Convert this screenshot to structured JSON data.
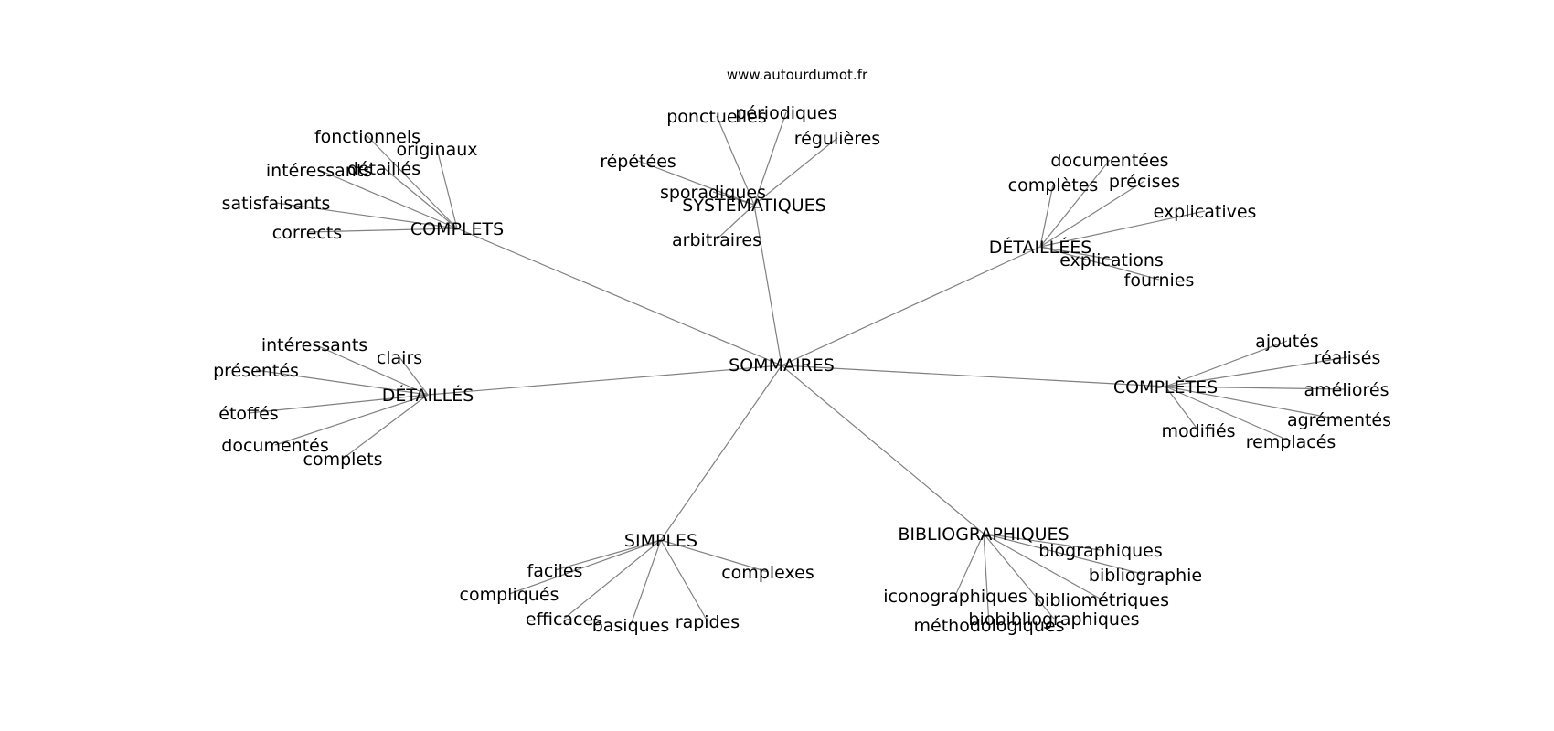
{
  "source": "www.autourdumot.fr",
  "center": "SOMMAIRES",
  "clusters": [
    {
      "hub": "COMPLETS",
      "leaves": [
        "fonctionnels",
        "originaux",
        "intéressants",
        "détaillés",
        "satisfaisants",
        "corrects"
      ]
    },
    {
      "hub": "SYSTÉMATIQUES",
      "leaves": [
        "ponctuelles",
        "périodiques",
        "régulières",
        "répétées",
        "sporadiques",
        "arbitraires"
      ]
    },
    {
      "hub": "DÉTAILLÉES",
      "leaves": [
        "documentées",
        "complètes",
        "précises",
        "explicatives",
        "explications",
        "fournies"
      ]
    },
    {
      "hub": "DÉTAILLÉS",
      "leaves": [
        "intéressants",
        "clairs",
        "présentés",
        "étoffés",
        "documentés",
        "complets"
      ]
    },
    {
      "hub": "COMPLÈTES",
      "leaves": [
        "ajoutés",
        "réalisés",
        "améliorés",
        "agrémentés",
        "modifiés",
        "remplacés"
      ]
    },
    {
      "hub": "SIMPLES",
      "leaves": [
        "faciles",
        "complexes",
        "compliqués",
        "efficaces",
        "basiques",
        "rapides"
      ]
    },
    {
      "hub": "BIBLIOGRAPHIQUES",
      "leaves": [
        "biographiques",
        "bibliographie",
        "iconographiques",
        "bibliométriques",
        "méthodologiques",
        "biobibliographiques"
      ]
    }
  ]
}
